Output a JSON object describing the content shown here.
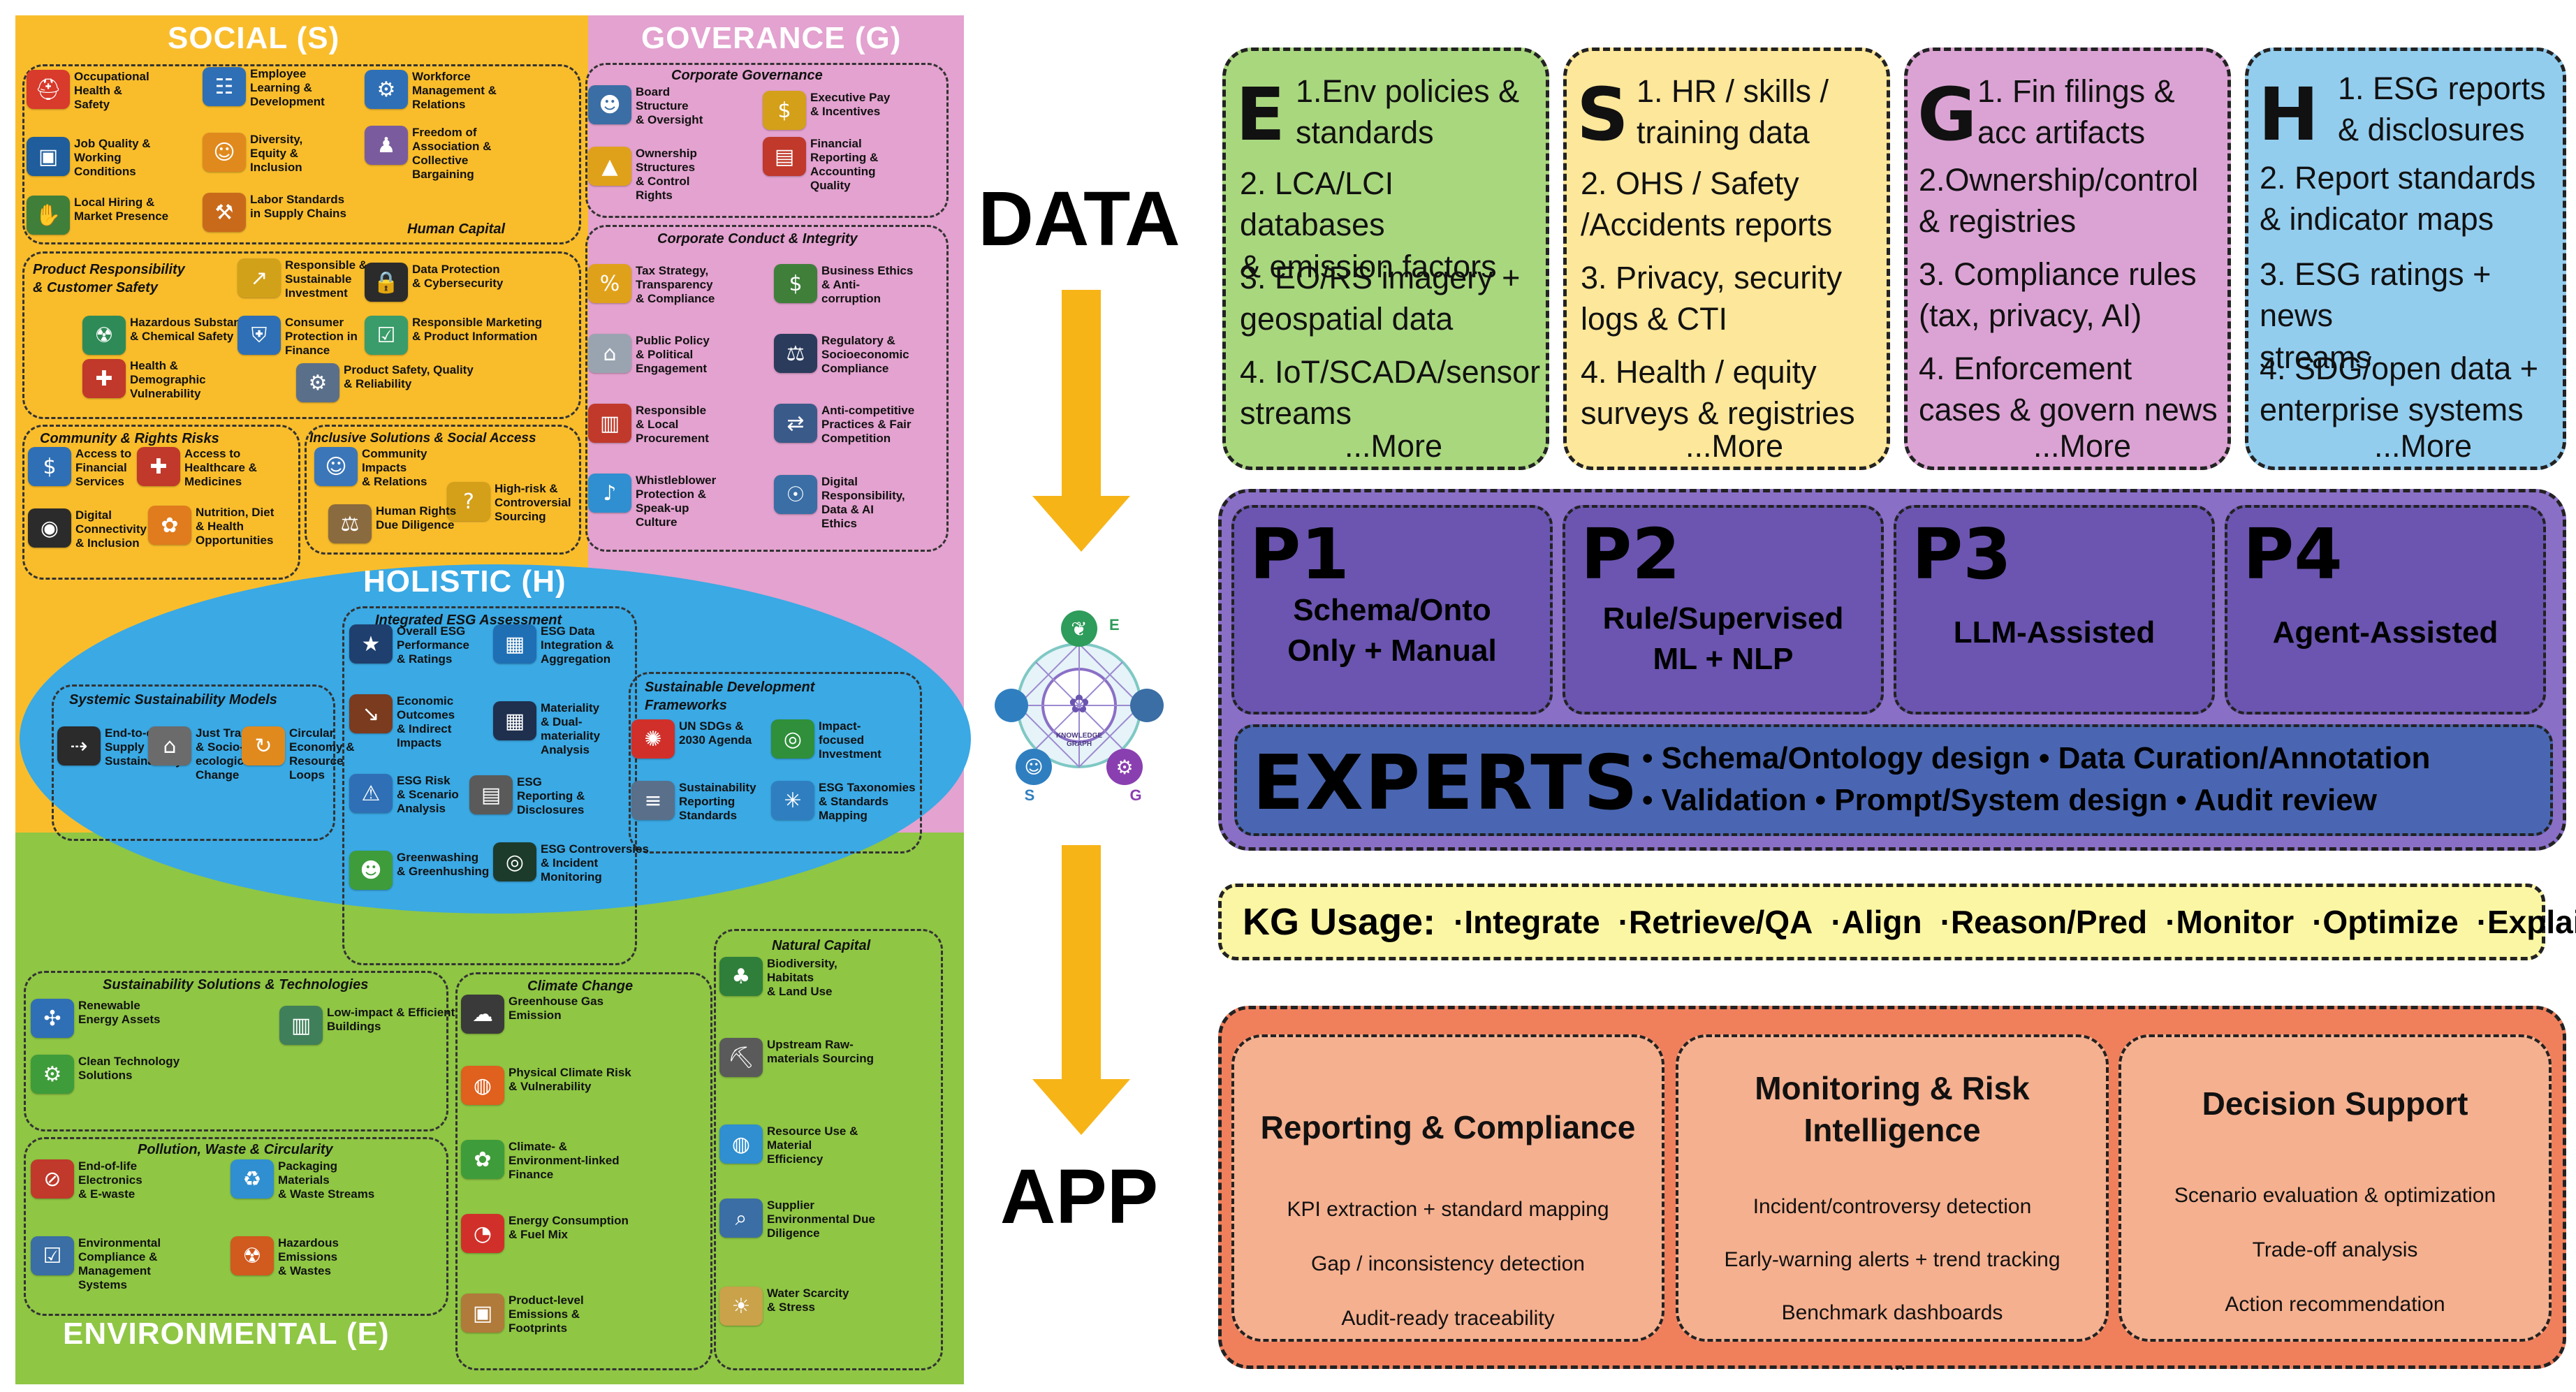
{
  "left": {
    "quadrants": {
      "social": "SOCIAL (S)",
      "governance": "GOVERANCE (G)",
      "holistic": "HOLISTIC (H)",
      "environmental": "ENVIRONMENTAL (E)"
    },
    "social_human_capital": {
      "title": "Human Capital",
      "items": [
        {
          "label": "Occupational\nHealth &\nSafety",
          "icon": "hard-hat-icon",
          "color": "#d83a2c"
        },
        {
          "label": "Employee\nLearning &\nDevelopment",
          "icon": "ladder-icon",
          "color": "#2f6fb5"
        },
        {
          "label": "Workforce\nManagement &\nRelations",
          "icon": "gears-icon",
          "color": "#2f6fb5"
        },
        {
          "label": "Job Quality &\nWorking\nConditions",
          "icon": "briefcase-icon",
          "color": "#1f5d9c"
        },
        {
          "label": "Diversity,\nEquity &\nInclusion",
          "icon": "people-icon",
          "color": "#e08a1e"
        },
        {
          "label": "Freedom of\nAssociation &\nCollective\nBargaining",
          "icon": "crowd-icon",
          "color": "#7a5c9e"
        },
        {
          "label": "Local Hiring &\nMarket Presence",
          "icon": "handshake-icon",
          "color": "#3f7f3a"
        },
        {
          "label": "Labor Standards\nin Supply Chains",
          "icon": "worker-icon",
          "color": "#c96a1b"
        }
      ]
    },
    "social_product": {
      "title": "Product Responsibility\n& Customer Safety",
      "items": [
        {
          "label": "Responsible &\nSustainable\nInvestment",
          "icon": "growth-icon",
          "color": "#d1a11a"
        },
        {
          "label": "Data Protection\n& Cybersecurity",
          "icon": "lock-icon",
          "color": "#2b2b2b"
        },
        {
          "label": "Hazardous Substances\n& Chemical Safety",
          "icon": "hazard-icon",
          "color": "#2e8b57"
        },
        {
          "label": "Consumer\nProtection in\nFinance",
          "icon": "shield-icon",
          "color": "#2f6fb5"
        },
        {
          "label": "Responsible Marketing\n& Product Information",
          "icon": "checklist-icon",
          "color": "#3a9c6a"
        },
        {
          "label": "Health &\nDemographic\nVulnerability",
          "icon": "health-icon",
          "color": "#c0392b"
        },
        {
          "label": "Product Safety, Quality\n& Reliability",
          "icon": "robot-icon",
          "color": "#5a6f8a"
        }
      ]
    },
    "social_community": {
      "title": "Community & Rights Risks",
      "items": [
        {
          "label": "Access to\nFinancial\nServices",
          "icon": "atm-icon",
          "color": "#2f6fb5"
        },
        {
          "label": "Access to\nHealthcare &\nMedicines",
          "icon": "hospital-icon",
          "color": "#c0392b"
        },
        {
          "label": "Digital\nConnectivity\n& Inclusion",
          "icon": "wifi-icon",
          "color": "#2b2b2b"
        },
        {
          "label": "Nutrition, Diet\n& Health\nOpportunities",
          "icon": "food-icon",
          "color": "#e07b1e"
        }
      ]
    },
    "social_inclusive": {
      "title": "Inclusive Solutions & Social Access",
      "items": [
        {
          "label": "Community\nImpacts\n& Relations",
          "icon": "community-icon",
          "color": "#3b76b8"
        },
        {
          "label": "High-risk &\nControversial\nSourcing",
          "icon": "question-icon",
          "color": "#d4a019"
        },
        {
          "label": "Human Rights\nDue Diligence",
          "icon": "rights-icon",
          "color": "#8a6a3f"
        }
      ]
    },
    "gov_corporate": {
      "title": "Corporate Governance",
      "items": [
        {
          "label": "Board\nStructure\n& Oversight",
          "icon": "meeting-icon",
          "color": "#3a6ea5"
        },
        {
          "label": "Executive Pay\n& Incentives",
          "icon": "money-icon",
          "color": "#d4a019"
        },
        {
          "label": "Ownership\nStructures\n& Control\nRights",
          "icon": "pyramid-icon",
          "color": "#e0a11a"
        },
        {
          "label": "Financial\nReporting &\nAccounting\nQuality",
          "icon": "report-icon",
          "color": "#c0392b"
        }
      ]
    },
    "gov_conduct": {
      "title": "Corporate Conduct & Integrity",
      "items": [
        {
          "label": "Tax Strategy,\nTransparency\n& Compliance",
          "icon": "tax-icon",
          "color": "#e0a11a"
        },
        {
          "label": "Business Ethics\n& Anti-\ncorruption",
          "icon": "bribe-icon",
          "color": "#3f7f3a"
        },
        {
          "label": "Public Policy\n& Political\nEngagement",
          "icon": "capitol-icon",
          "color": "#9aa4b1"
        },
        {
          "label": "Regulatory &\nSocioeconomic\nCompliance",
          "icon": "law-book-icon",
          "color": "#2b3b5c"
        },
        {
          "label": "Responsible\n& Local\nProcurement",
          "icon": "basket-icon",
          "color": "#c0392b"
        },
        {
          "label": "Anti-competitive\nPractices & Fair\nCompetition",
          "icon": "market-icon",
          "color": "#3a5a8a"
        },
        {
          "label": "Whistleblower\nProtection &\nSpeak-up\nCulture",
          "icon": "whistle-icon",
          "color": "#2f8fd0"
        },
        {
          "label": "Digital\nResponsibility,\nData & AI\nEthics",
          "icon": "ai-head-icon",
          "color": "#3a6ea5"
        }
      ]
    },
    "hol_integrated": {
      "title": "Integrated ESG Assessment",
      "items": [
        {
          "label": "Overall ESG\nPerformance\n& Ratings",
          "icon": "rating-icon",
          "color": "#1f3f6e"
        },
        {
          "label": "ESG Data\nIntegration &\nAggregation",
          "icon": "server-icon",
          "color": "#1f6fb5"
        },
        {
          "label": "Economic\nOutcomes\n& Indirect\nImpacts",
          "icon": "chart-down-icon",
          "color": "#7a3b1e"
        },
        {
          "label": "Materiality\n& Dual-\nmateriality\nAnalysis",
          "icon": "matrix-icon",
          "color": "#1f2f4e"
        },
        {
          "label": "ESG Risk\n& Scenario\nAnalysis",
          "icon": "risk-icon",
          "color": "#2f6fb5"
        },
        {
          "label": "ESG\nReporting &\nDisclosures",
          "icon": "printer-icon",
          "color": "#5a5a5a"
        },
        {
          "label": "Greenwashing\n& Greenhushing",
          "icon": "mask-icon",
          "color": "#3f9c3a"
        },
        {
          "label": "ESG Controversies\n& Incident\nMonitoring",
          "icon": "radar-icon",
          "color": "#1d3b2a"
        }
      ]
    },
    "hol_systemic": {
      "title": "Systemic Sustainability Models",
      "items": [
        {
          "label": "End-to-end\nSupply Chain\nSustainability",
          "icon": "supply-chain-icon",
          "color": "#2b2b2b"
        },
        {
          "label": "Just Transition\n& Socio-\necological\nChange",
          "icon": "factory-icon",
          "color": "#6b6b6b"
        },
        {
          "label": "Circular\nEconomy &\nResource\nLoops",
          "icon": "cycle-icon",
          "color": "#e08a1e"
        }
      ]
    },
    "hol_sdf": {
      "title": "Sustainable Development\nFrameworks",
      "items": [
        {
          "label": "UN SDGs &\n2030 Agenda",
          "icon": "sdg-wheel-icon",
          "color": "#d1302a"
        },
        {
          "label": "Impact-\nfocused\nInvestment",
          "icon": "target-icon",
          "color": "#2f8f3a"
        },
        {
          "label": "Sustainability\nReporting\nStandards",
          "icon": "standards-icon",
          "color": "#5a6f8a"
        },
        {
          "label": "ESG Taxonomies\n& Standards\nMapping",
          "icon": "network-icon",
          "color": "#2f7fc0"
        }
      ]
    },
    "env_solutions": {
      "title": "Sustainability Solutions & Technologies",
      "items": [
        {
          "label": "Renewable\nEnergy Assets",
          "icon": "wind-turbine-icon",
          "color": "#2f6fb5"
        },
        {
          "label": "Clean Technology\nSolutions",
          "icon": "eco-gear-icon",
          "color": "#3f9c3a"
        },
        {
          "label": "Low-impact & Efficient\nBuildings",
          "icon": "green-building-icon",
          "color": "#3f7f5a"
        }
      ]
    },
    "env_pollution": {
      "title": "Pollution, Waste & Circularity",
      "items": [
        {
          "label": "End-of-life\nElectronics\n& E-waste",
          "icon": "e-waste-icon",
          "color": "#c0392b"
        },
        {
          "label": "Packaging\nMaterials\n& Waste Streams",
          "icon": "recycle-bin-icon",
          "color": "#2f8fd0"
        },
        {
          "label": "Environmental\nCompliance &\nManagement\nSystems",
          "icon": "clipboard-icon",
          "color": "#3a6ea5"
        },
        {
          "label": "Hazardous\nEmissions\n& Wastes",
          "icon": "barrel-icon",
          "color": "#d15a1e"
        }
      ]
    },
    "env_climate": {
      "title": "Climate Change",
      "items": [
        {
          "label": "Greenhouse Gas\nEmission",
          "icon": "co2-icon",
          "color": "#3a3a3a"
        },
        {
          "label": "Physical Climate Risk\n& Vulnerability",
          "icon": "globe-fire-icon",
          "color": "#e0601e"
        },
        {
          "label": "Climate- &\nEnvironment-linked\nFinance",
          "icon": "green-finance-icon",
          "color": "#3f9c3a"
        },
        {
          "label": "Energy Consumption\n& Fuel Mix",
          "icon": "energy-pie-icon",
          "color": "#d1302a"
        },
        {
          "label": "Product-level\nEmissions &\nFootprints",
          "icon": "box-footprint-icon",
          "color": "#b07a3a"
        }
      ]
    },
    "env_natural": {
      "title": "Natural Capital",
      "items": [
        {
          "label": "Biodiversity,\nHabitats\n& Land Use",
          "icon": "tree-icon",
          "color": "#2f7f3a"
        },
        {
          "label": "Upstream Raw-\nmaterials Sourcing",
          "icon": "mining-cart-icon",
          "color": "#5a5a5a"
        },
        {
          "label": "Resource Use &\nMaterial\nEfficiency",
          "icon": "hands-globe-icon",
          "color": "#2f8fd0"
        },
        {
          "label": "Supplier\nEnvironmental Due\nDiligence",
          "icon": "magnifier-icon",
          "color": "#3a6ea5"
        },
        {
          "label": "Water Scarcity\n& Stress",
          "icon": "drought-icon",
          "color": "#c9a24a"
        }
      ]
    }
  },
  "middle": {
    "data_label": "DATA",
    "app_label": "APP",
    "logo": {
      "e": "E",
      "s": "S",
      "g": "G",
      "caption1": "KNOWLEDGE",
      "caption2": "GRAPH"
    },
    "arrow_color": "#f7b417"
  },
  "data_cards": [
    {
      "letter": "E",
      "color": "#a9d77e",
      "items": [
        "1.Env policies &\nstandards",
        "2. LCA/LCI databases\n& emission factors",
        "3. EO/RS imagery +\ngeospatial data",
        "4. IoT/SCADA/sensor\nstreams"
      ],
      "more": "...More"
    },
    {
      "letter": "S",
      "color": "#fde79a",
      "items": [
        "1. HR / skills /\ntraining data",
        "2. OHS / Safety\n/Accidents reports",
        "3. Privacy, security\nlogs & CTI",
        "4. Health / equity\nsurveys & registries"
      ],
      "more": "...More"
    },
    {
      "letter": "G",
      "color": "#dba3d4",
      "items": [
        "1. Fin filings &\nacc artifacts",
        "2.Ownership/control\n& registries",
        "3. Compliance rules\n(tax, privacy, AI)",
        "4. Enforcement\ncases & govern news"
      ],
      "more": "...More"
    },
    {
      "letter": "H",
      "color": "#93cdee",
      "items": [
        "1. ESG reports\n& disclosures",
        "2. Report standards\n& indicator maps",
        "3. ESG ratings + news\nstreams",
        "4. SDG/open data +\nenterprise systems"
      ],
      "more": "...More"
    }
  ],
  "pipelines": [
    {
      "id": "P1",
      "label": "Schema/Onto\nOnly + Manual"
    },
    {
      "id": "P2",
      "label": "Rule/Supervised\nML + NLP"
    },
    {
      "id": "P3",
      "label": "LLM-Assisted"
    },
    {
      "id": "P4",
      "label": "Agent-Assisted"
    }
  ],
  "experts": {
    "title": "EXPERTS",
    "line1": "• Schema/Ontology design • Data Curation/Annotation",
    "line2": "• Validation • Prompt/System design • Audit review"
  },
  "kg_usage": {
    "label": "KG Usage:",
    "items": [
      "·Integrate",
      "·Retrieve/QA",
      "·Align",
      "·Reason/Pred",
      "·Monitor",
      "·Optimize",
      "·Explain"
    ]
  },
  "apps": [
    {
      "title": "Reporting & Compliance",
      "items": [
        "KPI extraction + standard mapping",
        "Gap / inconsistency detection",
        "Audit-ready traceability"
      ]
    },
    {
      "title": "Monitoring & Risk\nIntelligence",
      "items": [
        "Incident/controversy detection",
        "Early-warning alerts + trend tracking",
        "Benchmark dashboards"
      ]
    },
    {
      "title": "Decision Support",
      "items": [
        "Scenario evaluation & optimization",
        "Trade-off analysis",
        "Action recommendation"
      ]
    }
  ],
  "apps_more": "..."
}
